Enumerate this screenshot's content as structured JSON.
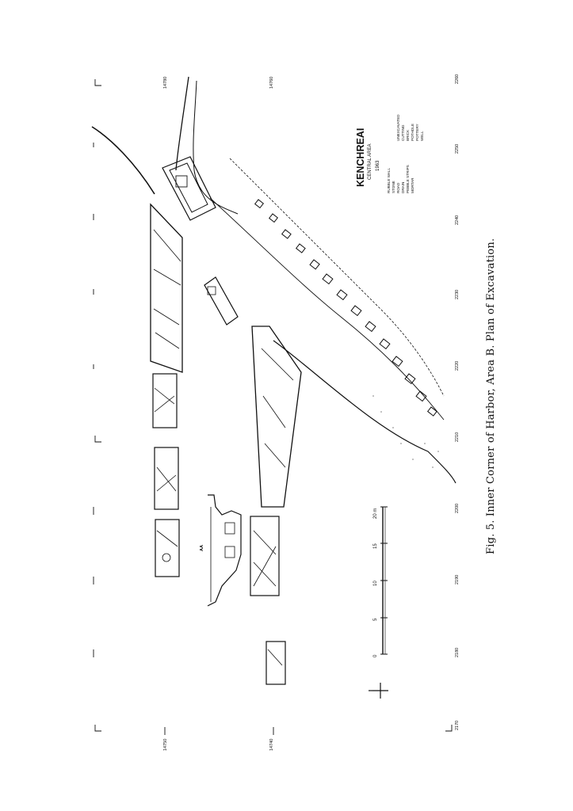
{
  "caption": "Fig. 5.  Inner Corner of Harbor, Area B.  Plan of Excavation.",
  "plan": {
    "site_title": "KENCHREAI",
    "area": "CENTRAL  AREA",
    "year": "1963",
    "legend_left": [
      "RUBBLE  WALL",
      "STONE",
      "ROAD",
      "DRAIN",
      "PEBBLE  STRIPS",
      "MORTAR"
    ],
    "legend_right": [
      "UNEXCAVATED",
      "CUTTING",
      "BRICK",
      "POTHOLE",
      "POTTERY",
      "WELL"
    ],
    "scale_ticks": [
      "0",
      "5",
      "10",
      "15",
      "20 m"
    ],
    "section_label": "AA",
    "grid_top": [
      "2260",
      "2250",
      "2240",
      "2230",
      "2220",
      "2210",
      "2200",
      "2190",
      "2180",
      "2170"
    ],
    "grid_side": [
      "14780",
      "14760",
      "14750",
      "14740"
    ]
  },
  "colors": {
    "ink": "#111111",
    "paper": "#ffffff"
  }
}
